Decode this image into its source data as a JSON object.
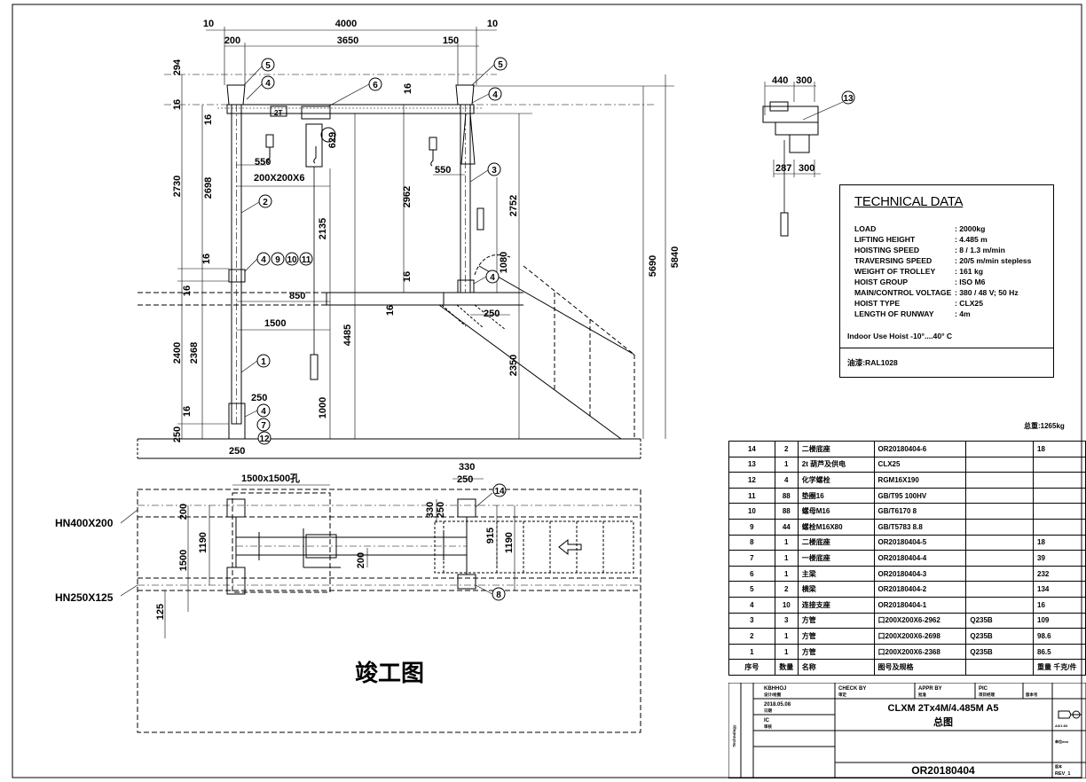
{
  "drawing": {
    "completion_label": "竣工图",
    "beam_top": "HN400X200",
    "beam_bottom": "HN250X125",
    "opening": "1500x1500孔",
    "column_section": "200X200X6",
    "trolley_tag": "2T"
  },
  "dims": {
    "d4000": "4000",
    "d10a": "10",
    "d10b": "10",
    "d200": "200",
    "d3650": "3650",
    "d150": "150",
    "d294": "294",
    "d16a": "16",
    "d16b": "16",
    "d2730": "2730",
    "d2698": "2698",
    "d550a": "550",
    "d629": "629",
    "d16c": "16",
    "d16d": "16",
    "d2135": "2135",
    "d850": "850",
    "d1500": "1500",
    "d2400": "2400",
    "d2368": "2368",
    "d4485": "4485",
    "d1000": "1000",
    "d250a": "250",
    "d16e": "16",
    "d250b": "250",
    "d250c": "250",
    "d550b": "550",
    "d2962": "2962",
    "d2752": "2752",
    "d1080": "1080",
    "d16f": "16",
    "d16g": "16",
    "d250d": "250",
    "d2350": "2350",
    "d5690": "5690",
    "d5840": "5840",
    "d440": "440",
    "d300a": "300",
    "d287": "287",
    "d300b": "300",
    "p_330a": "330",
    "p_250": "250",
    "p_330b": "330",
    "p_250b": "250",
    "p_200a": "200",
    "p_1190a": "1190",
    "p_1500": "1500",
    "p_125": "125",
    "p_915": "915",
    "p_1190b": "1190",
    "p_200b": "200"
  },
  "balloons": {
    "b1": "1",
    "b2": "2",
    "b3": "3",
    "b4a": "4",
    "b4b": "4",
    "b4c": "4",
    "b4d": "4",
    "b4e": "4",
    "b5a": "5",
    "b5b": "5",
    "b6": "6",
    "b7": "7",
    "b8": "8",
    "b9": "9",
    "b10": "10",
    "b11": "11",
    "b12": "12",
    "b13": "13",
    "b14": "14"
  },
  "tech": {
    "title": "TECHNICAL DATA",
    "rows": [
      {
        "label": "LOAD",
        "value": ": 2000kg"
      },
      {
        "label": "LIFTING HEIGHT",
        "value": ": 4.485  m"
      },
      {
        "label": "HOISTING SPEED",
        "value": ": 8 / 1.3  m/min"
      },
      {
        "label": "TRAVERSING SPEED",
        "value": ": 20/5  m/min  stepless"
      },
      {
        "label": "WEIGHT OF TROLLEY",
        "value": ": 161 kg"
      },
      {
        "label": "HOIST GROUP",
        "value": ": ISO M6"
      },
      {
        "label": "MAIN/CONTROL VOLTAGE",
        "value": ": 380 / 48 V; 50 Hz"
      },
      {
        "label": "HOIST TYPE",
        "value": ": CLX25"
      },
      {
        "label": "LENGTH OF RUNWAY",
        "value": ": 4m"
      }
    ],
    "note": "Indoor Use Hoist -10°....40° C",
    "paint": "油漆:RAL1028"
  },
  "total_weight": "总重:1265kg",
  "bom": [
    {
      "no": "14",
      "qty": "2",
      "name": "二楼底座",
      "code": "OR20180404-6",
      "mat": "",
      "weight": "18"
    },
    {
      "no": "13",
      "qty": "1",
      "name": "2t 葫芦及供电",
      "code": "CLX25",
      "mat": "",
      "weight": ""
    },
    {
      "no": "12",
      "qty": "4",
      "name": "化学螺栓",
      "code": "RGM16X190",
      "mat": "",
      "weight": ""
    },
    {
      "no": "11",
      "qty": "88",
      "name": "垫圈16",
      "code": "GB/T95 100HV",
      "mat": "",
      "weight": ""
    },
    {
      "no": "10",
      "qty": "88",
      "name": "螺母M16",
      "code": "GB/T6170  8",
      "mat": "",
      "weight": ""
    },
    {
      "no": "9",
      "qty": "44",
      "name": "螺栓M16X80",
      "code": "GB/T5783 8.8",
      "mat": "",
      "weight": ""
    },
    {
      "no": "8",
      "qty": "1",
      "name": "二楼底座",
      "code": "OR20180404-5",
      "mat": "",
      "weight": "18"
    },
    {
      "no": "7",
      "qty": "1",
      "name": "一楼底座",
      "code": "OR20180404-4",
      "mat": "",
      "weight": "39"
    },
    {
      "no": "6",
      "qty": "1",
      "name": "主梁",
      "code": "OR20180404-3",
      "mat": "",
      "weight": "232"
    },
    {
      "no": "5",
      "qty": "2",
      "name": "横梁",
      "code": "OR20180404-2",
      "mat": "",
      "weight": "134"
    },
    {
      "no": "4",
      "qty": "10",
      "name": "连接支座",
      "code": "OR20180404-1",
      "mat": "",
      "weight": "16"
    },
    {
      "no": "3",
      "qty": "3",
      "name": "方管",
      "code": "口200X200X6-2962",
      "mat": "Q235B",
      "weight": "109"
    },
    {
      "no": "2",
      "qty": "1",
      "name": "方管",
      "code": "口200X200X6-2698",
      "mat": "Q235B",
      "weight": "98.6"
    },
    {
      "no": "1",
      "qty": "1",
      "name": "方管",
      "code": "口200X200X6-2368",
      "mat": "Q235B",
      "weight": "86.5"
    },
    {
      "no": "序号",
      "qty": "数量",
      "name": "名称",
      "code": "图号及规格",
      "mat": "",
      "weight": "重量 千克/件"
    }
  ],
  "titleblock": {
    "drawn": "KBHHOJ",
    "drawn_sub": "设计/绘图",
    "check": "CHECK BY",
    "check_sub": "审定",
    "appr": "APPR BY",
    "appr_sub": "批准",
    "pic": "PIC",
    "pic_sub": "项目经理",
    "ver": "版本号",
    "date": "2018.05.08",
    "date_sub": "日期",
    "ic": "IC",
    "ic_sub": "审核",
    "model": "CLXM 2Tx4M/4.485M A5",
    "name": "总图",
    "number": "OR20180404",
    "side": "Technology",
    "scale_sub": "A3/1:60",
    "unit_sub": "单位mm",
    "rev_sub": "版本",
    "rev": "REV_1"
  }
}
